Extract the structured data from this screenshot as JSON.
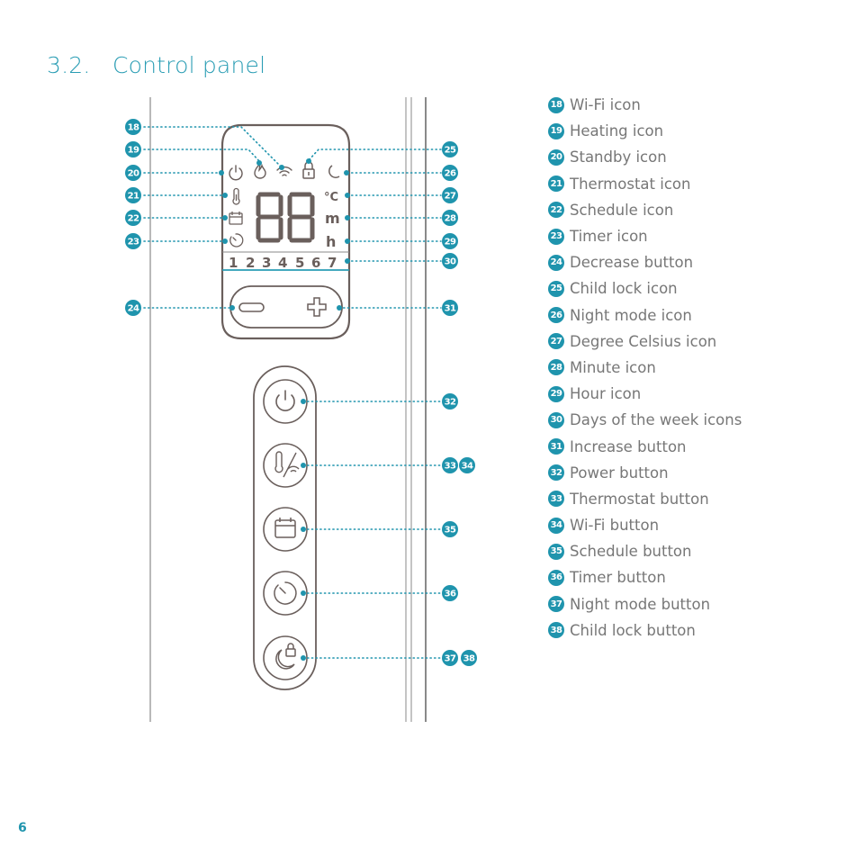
{
  "section_title": "3.2.   Control panel",
  "page_number": "6",
  "colors": {
    "accent": "#1f94ad",
    "panel_outline": "#6a5f5c",
    "text": "#777777"
  },
  "display": {
    "segment_digits": "88",
    "units": [
      "°C",
      "m",
      "h"
    ],
    "days": [
      "1",
      "2",
      "3",
      "4",
      "5",
      "6",
      "7"
    ],
    "top_icons": [
      "heating-icon",
      "wifi-icon",
      "lock-icon",
      "moon-icon"
    ],
    "left_icons": [
      "power-icon",
      "thermometer-icon",
      "calendar-icon",
      "timer-icon"
    ],
    "controls": [
      "minus-icon",
      "plus-icon"
    ]
  },
  "buttons": [
    "power-icon",
    "thermostat-wifi-icon",
    "calendar-icon",
    "timer-icon",
    "night-lock-icon"
  ],
  "callouts": {
    "n18": "18",
    "n19": "19",
    "n20": "20",
    "n21": "21",
    "n22": "22",
    "n23": "23",
    "n24": "24",
    "n25": "25",
    "n26": "26",
    "n27": "27",
    "n28": "28",
    "n29": "29",
    "n30": "30",
    "n31": "31",
    "n32": "32",
    "n33": "33",
    "n34": "34",
    "n35": "35",
    "n36": "36",
    "n37": "37",
    "n38": "38"
  },
  "legend": [
    {
      "num": "18",
      "label": "Wi-Fi icon"
    },
    {
      "num": "19",
      "label": "Heating icon"
    },
    {
      "num": "20",
      "label": "Standby icon"
    },
    {
      "num": "21",
      "label": "Thermostat icon"
    },
    {
      "num": "22",
      "label": "Schedule icon"
    },
    {
      "num": "23",
      "label": "Timer icon"
    },
    {
      "num": "24",
      "label": "Decrease button"
    },
    {
      "num": "25",
      "label": "Child lock icon"
    },
    {
      "num": "26",
      "label": "Night mode icon"
    },
    {
      "num": "27",
      "label": "Degree Celsius icon"
    },
    {
      "num": "28",
      "label": "Minute icon"
    },
    {
      "num": "29",
      "label": "Hour icon"
    },
    {
      "num": "30",
      "label": "Days of the week icons"
    },
    {
      "num": "31",
      "label": "Increase button"
    },
    {
      "num": "32",
      "label": "Power button"
    },
    {
      "num": "33",
      "label": "Thermostat button"
    },
    {
      "num": "34",
      "label": "Wi-Fi button"
    },
    {
      "num": "35",
      "label": "Schedule button"
    },
    {
      "num": "36",
      "label": "Timer button"
    },
    {
      "num": "37",
      "label": "Night mode button"
    },
    {
      "num": "38",
      "label": "Child lock button"
    }
  ]
}
